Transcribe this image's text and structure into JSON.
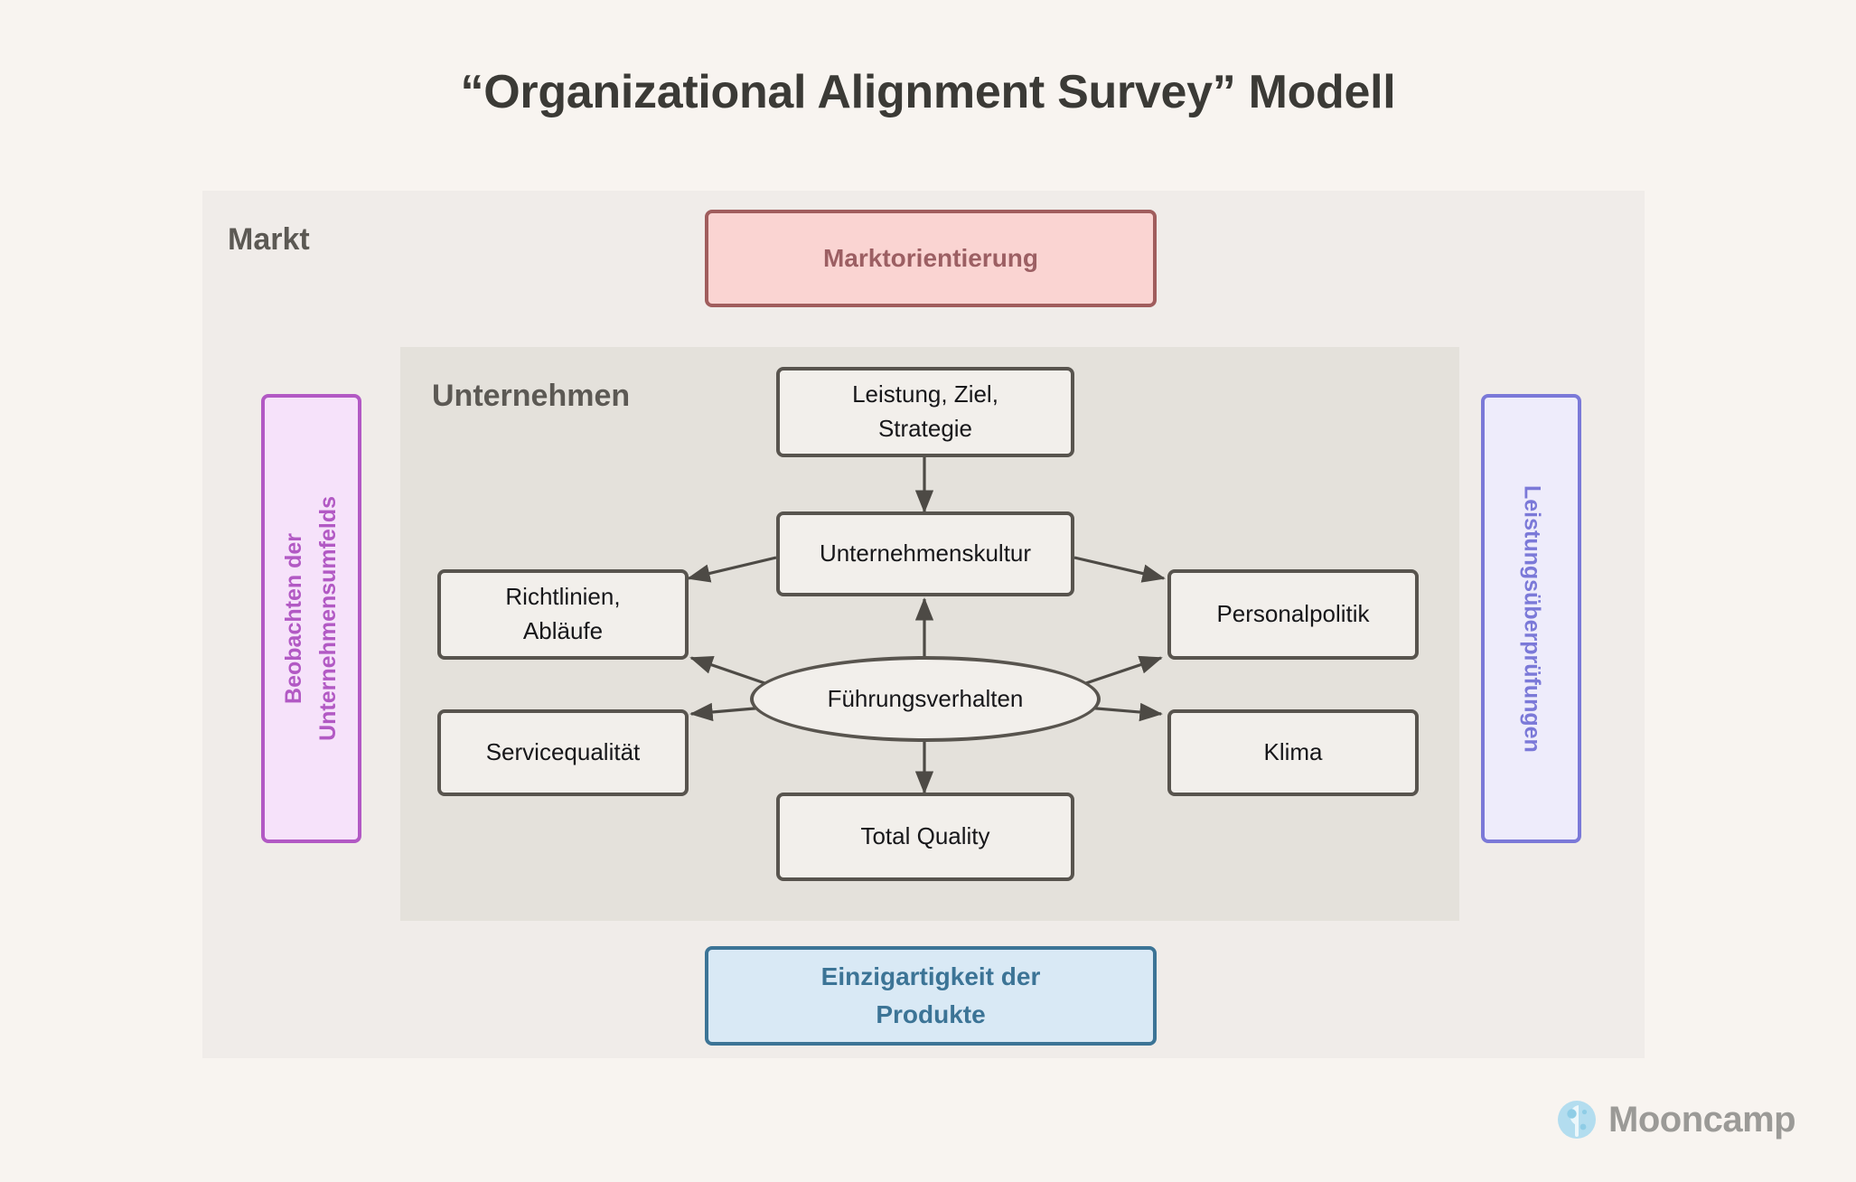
{
  "page": {
    "title": "“Organizational Alignment Survey” Modell",
    "background_color": "#f8f4f0"
  },
  "outer_panel": {
    "label": "Markt",
    "background_color": "#f0ece9"
  },
  "inner_panel": {
    "label": "Unternehmen",
    "background_color": "#e4e1db"
  },
  "accent_boxes": {
    "top": {
      "label": "Marktorientierung",
      "fill": "#fad4d2",
      "border": "#a05d5d",
      "text_color": "#9c5f63"
    },
    "bottom": {
      "label": "Einzigartigkeit der Produkte",
      "line1": "Einzigartigkeit der",
      "line2": "Produkte",
      "fill": "#d9e9f5",
      "border": "#3c7496",
      "text_color": "#3c7496"
    },
    "left": {
      "label": "Beobachten der Unternehmensumfelds",
      "line1": "Beobachten der",
      "line2": "Unternehmensumfelds",
      "fill": "#f6e2fa",
      "border": "#b259c4",
      "text_color": "#b259c4"
    },
    "right": {
      "label": "Leistungsüberprüfungen",
      "fill": "#eeecfb",
      "border": "#7b79d8",
      "text_color": "#7b79d8"
    }
  },
  "nodes": {
    "strategie": {
      "line1": "Leistung, Ziel,",
      "line2": "Strategie"
    },
    "kultur": {
      "label": "Unternehmenskultur"
    },
    "richtlinien": {
      "line1": "Richtlinien,",
      "line2": "Abläufe"
    },
    "servicequalitaet": {
      "label": "Servicequalität"
    },
    "fuehrungsverhalten": {
      "label": "Führungsverhalten"
    },
    "personalpolitik": {
      "label": "Personalpolitik"
    },
    "klima": {
      "label": "Klima"
    },
    "total_quality": {
      "label": "Total Quality"
    }
  },
  "chart_data": {
    "type": "diagram",
    "title": "“Organizational Alignment Survey” Modell",
    "containers": [
      {
        "name": "Markt",
        "children": [
          "Marktorientierung",
          "Unternehmen",
          "Einzigartigkeit der Produkte"
        ]
      },
      {
        "name": "Unternehmen",
        "children": [
          "Leistung, Ziel, Strategie",
          "Unternehmenskultur",
          "Richtlinien, Abläufe",
          "Servicequalität",
          "Führungsverhalten",
          "Personalpolitik",
          "Klima",
          "Total Quality"
        ]
      }
    ],
    "nodes": [
      "Leistung, Ziel, Strategie",
      "Unternehmenskultur",
      "Richtlinien, Abläufe",
      "Servicequalität",
      "Führungsverhalten",
      "Personalpolitik",
      "Klima",
      "Total Quality",
      "Marktorientierung",
      "Einzigartigkeit der Produkte",
      "Beobachten der Unternehmensumfelds",
      "Leistungsüberprüfungen"
    ],
    "edges": [
      {
        "from": "Leistung, Ziel, Strategie",
        "to": "Unternehmenskultur",
        "direction": "down"
      },
      {
        "from": "Unternehmenskultur",
        "to": "Richtlinien, Abläufe",
        "direction": "left"
      },
      {
        "from": "Unternehmenskultur",
        "to": "Personalpolitik",
        "direction": "right"
      },
      {
        "from": "Führungsverhalten",
        "to": "Unternehmenskultur",
        "direction": "up"
      },
      {
        "from": "Führungsverhalten",
        "to": "Richtlinien, Abläufe",
        "direction": "upleft"
      },
      {
        "from": "Führungsverhalten",
        "to": "Servicequalität",
        "direction": "left"
      },
      {
        "from": "Führungsverhalten",
        "to": "Personalpolitik",
        "direction": "upright"
      },
      {
        "from": "Führungsverhalten",
        "to": "Klima",
        "direction": "right"
      },
      {
        "from": "Führungsverhalten",
        "to": "Total Quality",
        "direction": "down"
      }
    ]
  },
  "logo": {
    "name": "Mooncamp",
    "text": "Mooncamp",
    "mark_color": "#b3ddef",
    "text_color": "#9b9a97"
  }
}
